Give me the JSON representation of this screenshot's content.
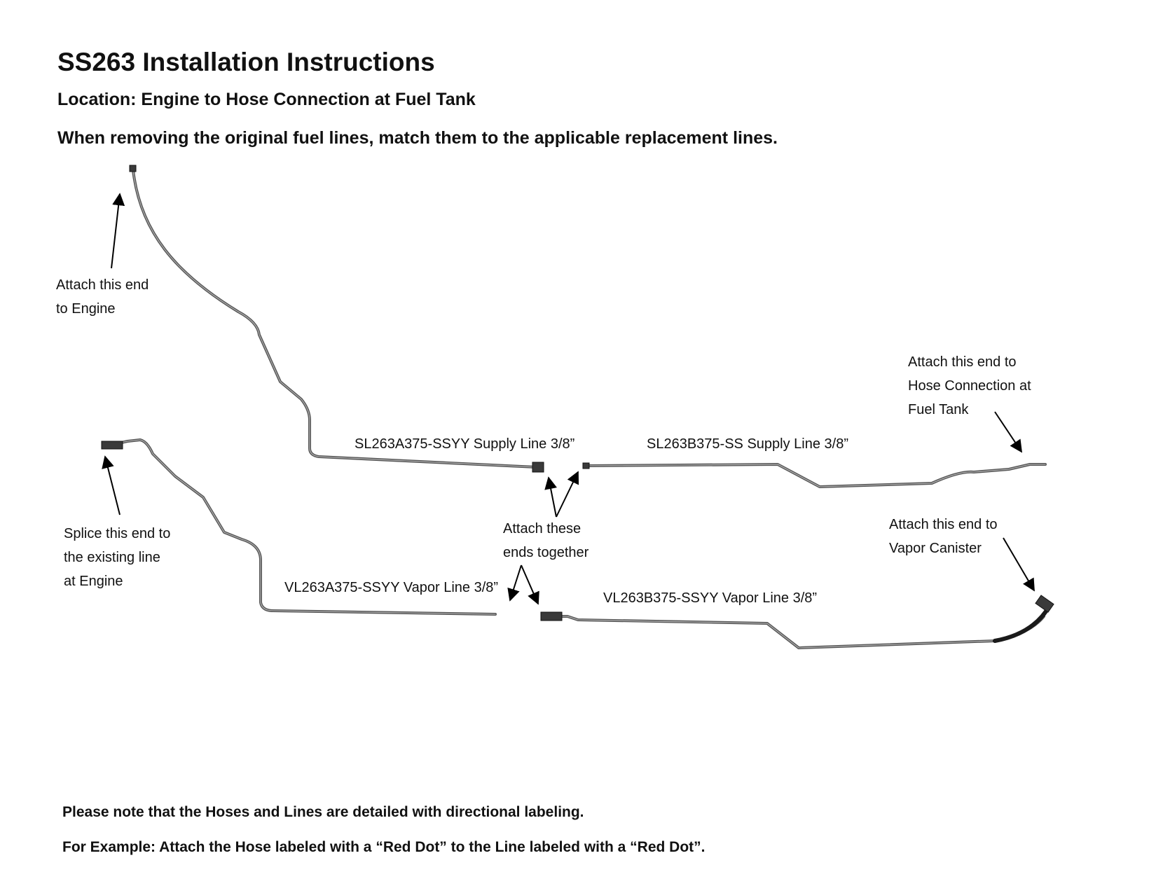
{
  "header": {
    "title": "SS263 Installation Instructions",
    "location": "Location: Engine to Hose Connection at Fuel Tank",
    "instruction": "When removing the original fuel lines, match them to the applicable replacement lines."
  },
  "labels": {
    "engine": "Attach this end\nto Engine",
    "splice": "Splice this end to\nthe existing line\nat Engine",
    "together": "Attach these\nends together",
    "tank": "Attach this end to\nHose Connection at\nFuel Tank",
    "canister": "Attach this end to\nVapor Canister"
  },
  "parts": {
    "supply_a": "SL263A375-SSYY Supply Line 3/8”",
    "supply_b": "SL263B375-SS Supply Line 3/8”",
    "vapor_a": "VL263A375-SSYY Vapor Line 3/8”",
    "vapor_b": "VL263B375-SSYY Vapor Line 3/8”"
  },
  "footer": {
    "note1": "Please note that the Hoses and Lines are detailed with directional labeling.",
    "note2": "For Example: Attach the Hose labeled with a “Red Dot” to the Line labeled with a “Red Dot”."
  },
  "colors": {
    "pipe": "#555555",
    "hose": "#1a1a1a",
    "text": "#111111"
  }
}
